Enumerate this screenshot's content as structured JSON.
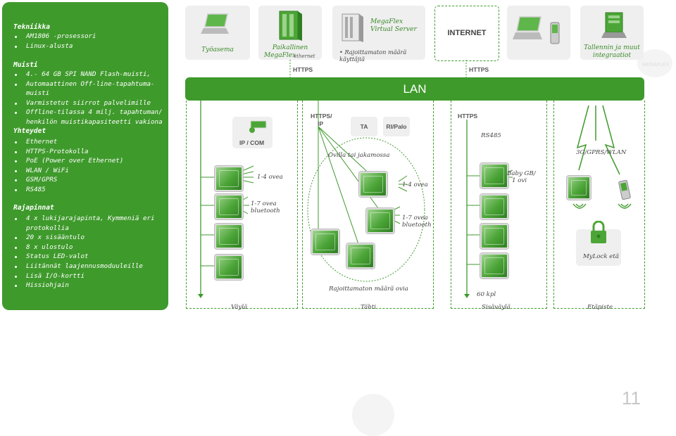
{
  "sidebar": {
    "sections": [
      {
        "title": "Tekniikka",
        "items": [
          "AM1806 -prosessori",
          "Linux-alusta"
        ]
      },
      {
        "title": "Muisti",
        "items": [
          "4.- 64 GB SPI NAND Flash-muisti,",
          "Automaattinen Off-line-tapahtuma-muisti",
          "Varmistetut siirrot palvelimille",
          "Offline-tilassa 4 milj. tapahtuman/ henkilön muistikapasiteetti vakiona"
        ]
      },
      {
        "title": "Yhteydet",
        "items": [
          "Ethernet",
          "HTTPS-Protokolla",
          "PoE (Power over Ethernet)",
          "WLAN / WiFi",
          "GSM/GPRS",
          "RS485"
        ]
      },
      {
        "title": "Rajapinnat",
        "items": [
          "4 x lukijarajapinta, Kymmeniä eri protokollia",
          "20 x sisääntulo",
          "8 x ulostulo",
          "Status LED-valot",
          "Liitännät laajennusmoduuleille",
          "Lisä I/O-kortti",
          "Hissiohjain"
        ]
      }
    ]
  },
  "top_cards": {
    "workstation": "Työasema",
    "local_line1": "Paikallinen",
    "local_line2": "MegaFlex",
    "local_suffix": "ethernet",
    "server_line1": "MegaFlex",
    "server_line2": "Virtual Server",
    "server_note": "Rajoittamaton määrä käyttäjiä",
    "internet": "INTERNET",
    "recorders_line1": "Tallennin ja muut",
    "recorders_line2": "integraatiot"
  },
  "lan": {
    "label": "LAN",
    "https_left": "HTTPS",
    "https_right": "HTTPS"
  },
  "tags": {
    "ip_com": "IP / COM",
    "https_ip_1": "HTTPS/",
    "https_ip_2": "IP",
    "ta": "TA",
    "ri_palo": "RI/Palo",
    "https3": "HTTPS"
  },
  "labels": {
    "one_four_a": "1-4 ovea",
    "one_seven_a_1": "1-7 ovea",
    "one_seven_a_2": "bluetooth",
    "wired_or_split": "Ovilla tai jakamossa",
    "one_four_b": "1-4 ovea",
    "one_seven_b_1": "1-7 ovea",
    "one_seven_b_2": "bluetooth",
    "unlimited": "Rajoittamaton määrä ovia",
    "rs485": "RS485",
    "baby_1": "Baby GB/",
    "baby_2": "1 ovi",
    "count60": "60 kpl",
    "g3": "3G/GPRS/WLAN",
    "mylock": "MyLock etä"
  },
  "footer": {
    "vayla": "Väylä",
    "tahti": "Tähti",
    "sisavayla": "Sisäväylä",
    "etapiste": "Etäpiste"
  },
  "watermark": "MEGAFLEX",
  "page_number": "11",
  "colors": {
    "brand_green": "#3f9a2c",
    "card_gray": "#efefef"
  }
}
